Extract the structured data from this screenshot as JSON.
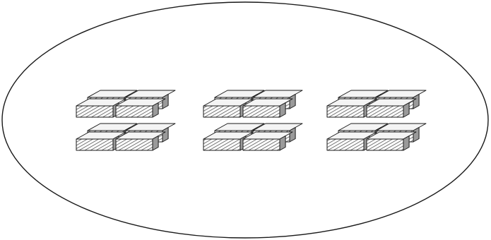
{
  "diagram": {
    "colors": {
      "background": "#ffffff",
      "ink": "#1a1a1a",
      "top_face": "#f4f4f4",
      "hatch": "#555555"
    },
    "enclosure": {
      "shape": "ellipse"
    },
    "groups": [
      {
        "id": "group-1",
        "rows": 2,
        "blocks_per_row": 2
      },
      {
        "id": "group-2",
        "rows": 2,
        "blocks_per_row": 2
      },
      {
        "id": "group-3",
        "rows": 2,
        "blocks_per_row": 2
      }
    ],
    "block": {
      "icon": "brick-block-icon",
      "shading": "hatched-front"
    }
  }
}
